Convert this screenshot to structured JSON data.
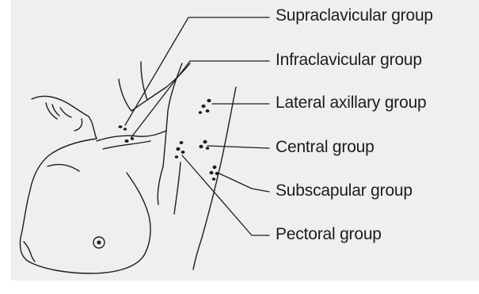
{
  "labels": {
    "supraclavicular": "Supraclavicular group",
    "infraclavicular": "Infraclavicular group",
    "lateral_axillary": "Lateral axillary group",
    "central": "Central group",
    "subscapular": "Subscapular group",
    "pectoral": "Pectoral group"
  },
  "colors": {
    "background": "#eef0f0",
    "ink": "#1c1c1c"
  }
}
